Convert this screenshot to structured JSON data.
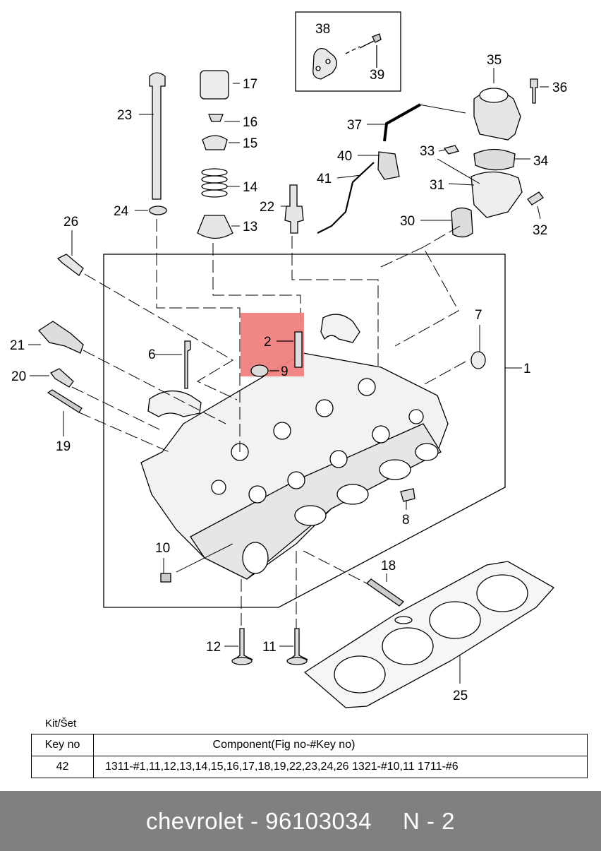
{
  "callouts": {
    "n1": "1",
    "n2": "2",
    "n6": "6",
    "n7": "7",
    "n8": "8",
    "n9": "9",
    "n10": "10",
    "n11": "11",
    "n12": "12",
    "n13": "13",
    "n14": "14",
    "n15": "15",
    "n16": "16",
    "n17": "17",
    "n18": "18",
    "n19": "19",
    "n20": "20",
    "n21": "21",
    "n22": "22",
    "n23": "23",
    "n24": "24",
    "n25": "25",
    "n26": "26",
    "n30": "30",
    "n31": "31",
    "n32": "32",
    "n33": "33",
    "n34": "34",
    "n35": "35",
    "n36": "36",
    "n37": "37",
    "n38": "38",
    "n39": "39",
    "n40": "40",
    "n41": "41"
  },
  "highlight_color": "#f08080",
  "kit": {
    "label": "Kit/Šet",
    "header_key": "Key no",
    "header_component": "Component(Fig no-#Key no)",
    "row_key": "42",
    "row_component": "1311-#1,11,12,13,14,15,16,17,18,19,22,23,24,26  1321-#10,11  1711-#6"
  },
  "footer": {
    "brand": "chevrolet - 96103034",
    "page": "N - 2"
  }
}
